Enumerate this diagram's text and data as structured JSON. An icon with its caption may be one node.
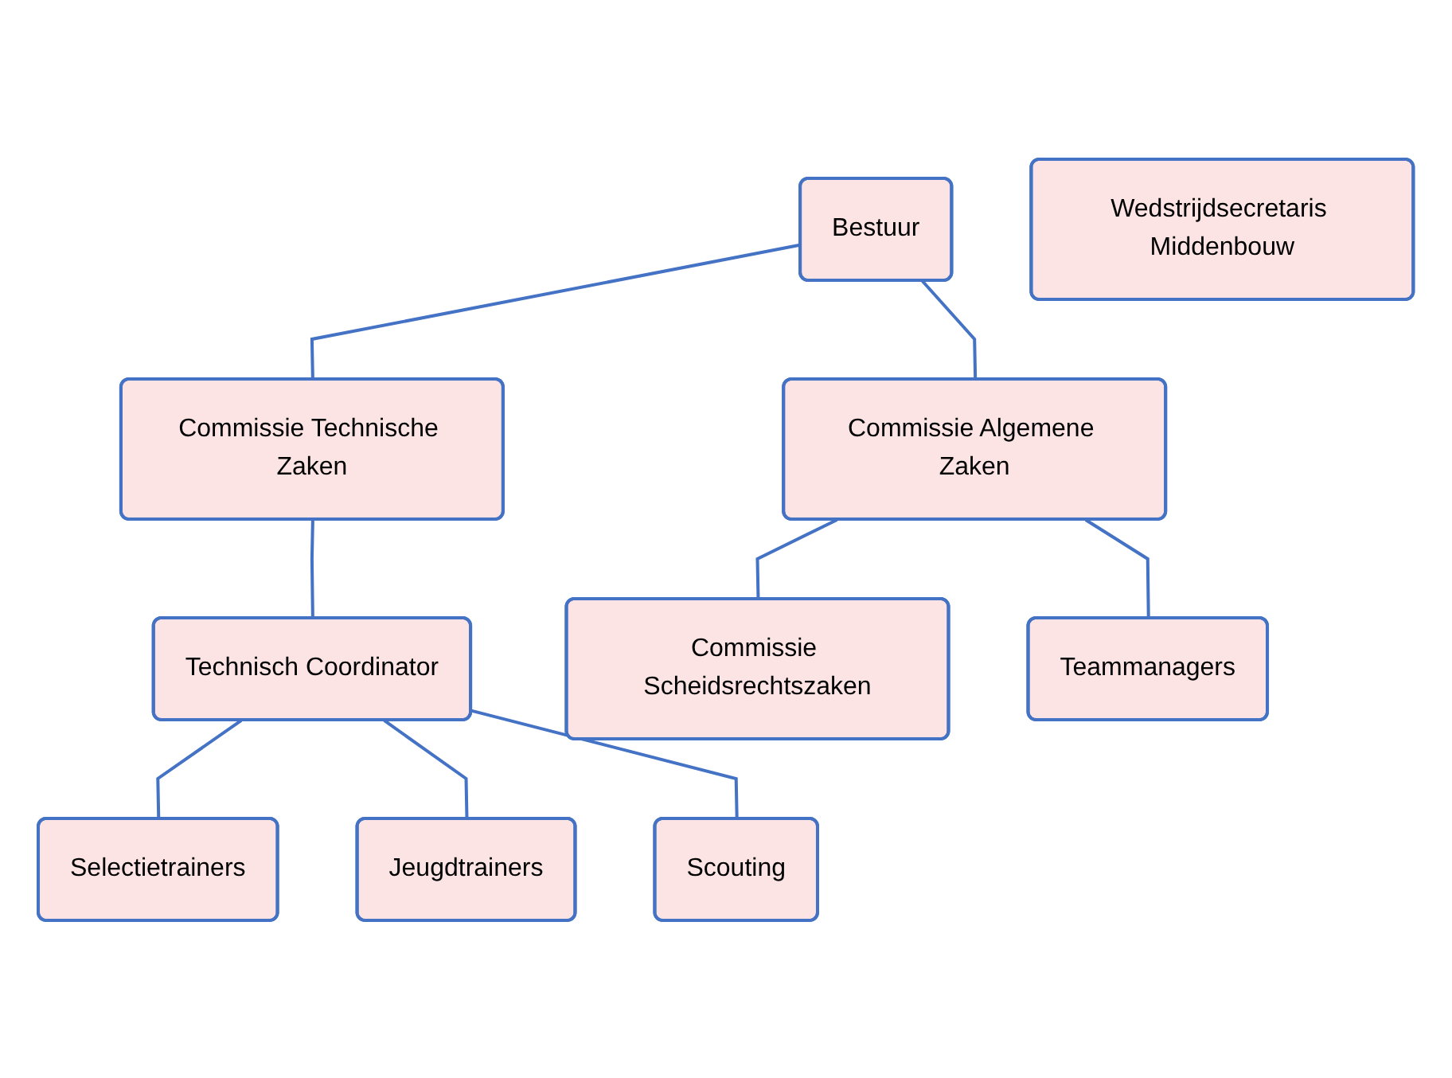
{
  "diagram": {
    "nodes": [
      {
        "text": [
          "Bestuur"
        ]
      },
      {
        "text": [
          "Wedstrijdsecretaris Middenbouw"
        ]
      },
      {
        "text": [
          "Commissie Technische Zaken"
        ]
      },
      {
        "text": [
          "Commissie Algemene Zaken"
        ]
      },
      {
        "text": [
          "Technisch Coordinator"
        ]
      },
      {
        "text": [
          "Commissie Scheidsrechtszaken"
        ]
      },
      {
        "text": [
          "Teammanagers"
        ]
      },
      {
        "text": [
          "Selectietrainers"
        ]
      },
      {
        "text": [
          "Jeugdtrainers"
        ]
      },
      {
        "text": [
          "Scouting"
        ]
      }
    ],
    "edges": [
      {
        "from": 0,
        "to": 2,
        "arrow": "none"
      },
      {
        "from": 0,
        "to": 3,
        "arrow": "none"
      },
      {
        "from": 2,
        "to": 4,
        "arrow": "none"
      },
      {
        "from": 3,
        "to": 5,
        "arrow": "none"
      },
      {
        "from": 3,
        "to": 6,
        "arrow": "none"
      },
      {
        "from": 4,
        "to": 7,
        "arrow": "none"
      },
      {
        "from": 4,
        "to": 8,
        "arrow": "none"
      },
      {
        "from": 4,
        "to": 9,
        "arrow": "none"
      }
    ]
  }
}
